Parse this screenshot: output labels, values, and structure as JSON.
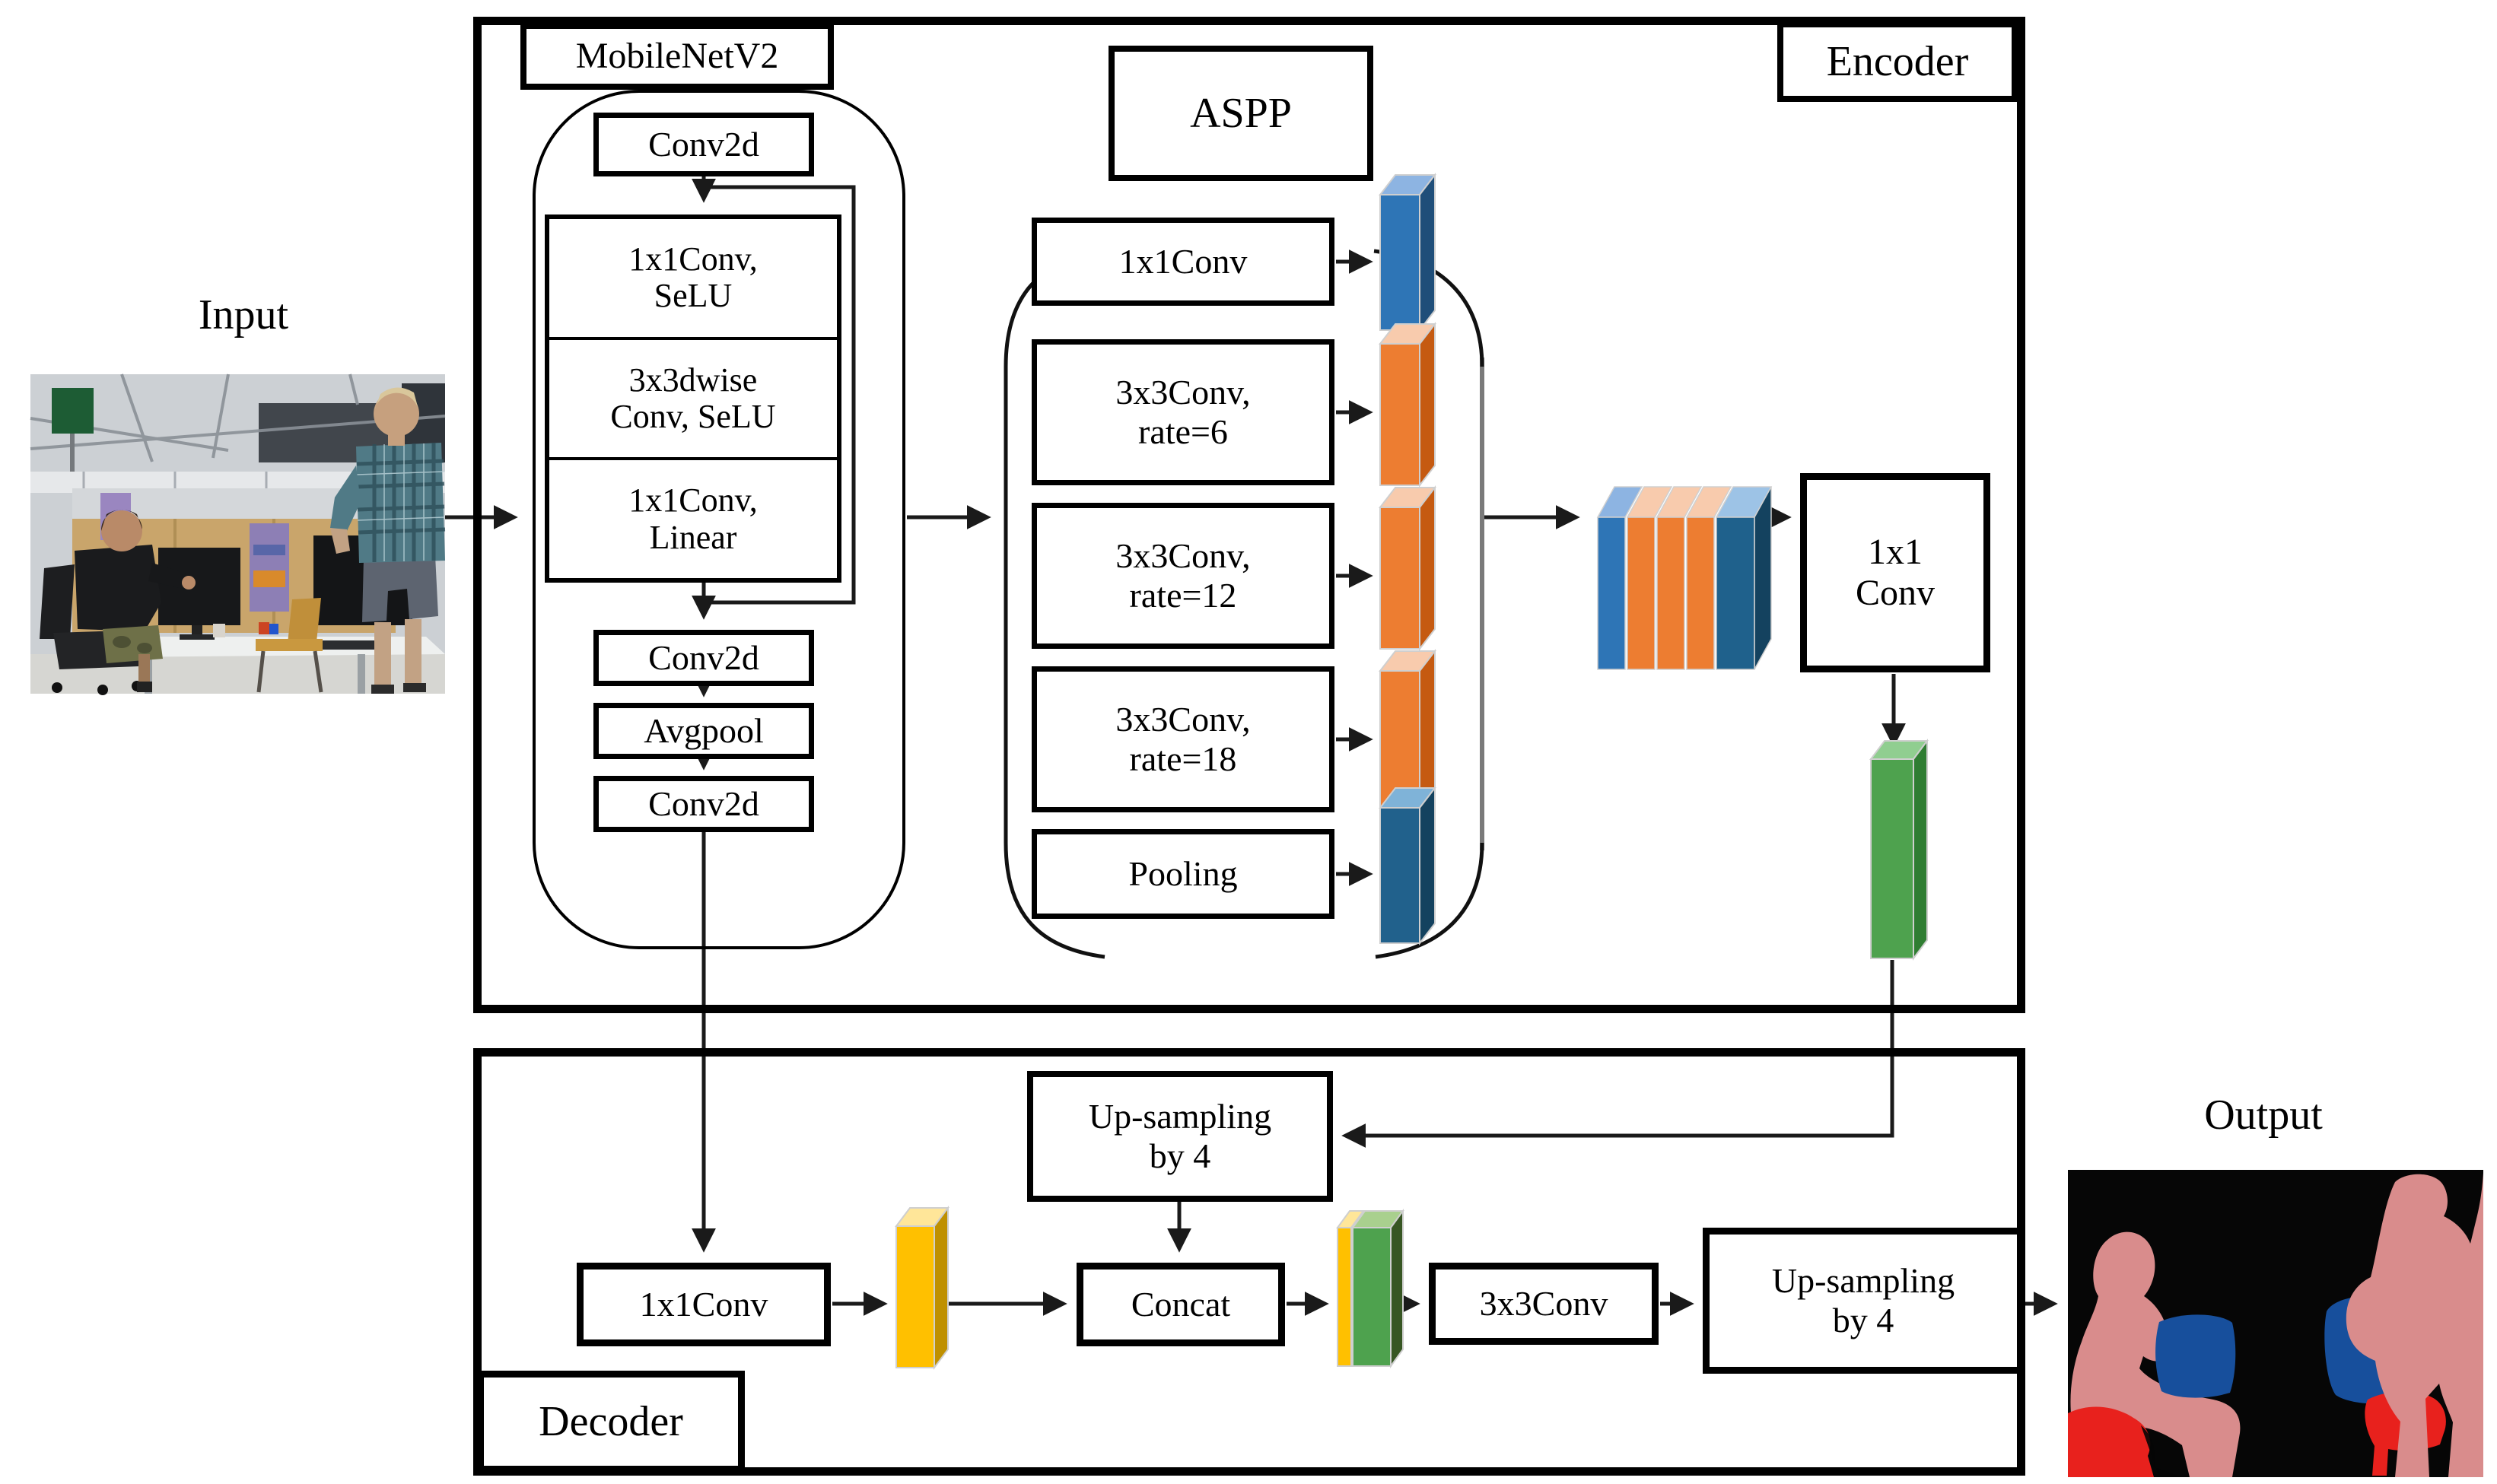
{
  "figure": {
    "input_label": "Input",
    "output_label": "Output",
    "encoder": {
      "label": "Encoder",
      "mobilenet": {
        "title": "MobileNetV2",
        "stem_conv": "Conv2d",
        "bottleneck_rows": [
          {
            "label": "1x1Conv,\nSeLU"
          },
          {
            "label": "3x3dwise\nConv, SeLU"
          },
          {
            "label": "1x1Conv,\nLinear"
          }
        ],
        "conv2": "Conv2d",
        "avgpool": "Avgpool",
        "conv3": "Conv2d"
      },
      "aspp": {
        "title": "ASPP",
        "branches": [
          {
            "label": "1x1Conv",
            "feature_color": "#2E75B6"
          },
          {
            "label": "3x3Conv,\nrate=6",
            "feature_color": "#ED7D31"
          },
          {
            "label": "3x3Conv,\nrate=12",
            "feature_color": "#ED7D31"
          },
          {
            "label": "3x3Conv,\nrate=18",
            "feature_color": "#ED7D31"
          },
          {
            "label": "Pooling",
            "feature_color": "#21618C"
          }
        ]
      },
      "projection_conv": "1x1\nConv"
    },
    "decoder": {
      "label": "Decoder",
      "low_level_conv": "1x1Conv",
      "upsample_top": "Up-sampling\nby 4",
      "concat": "Concat",
      "refine_conv": "3x3Conv",
      "upsample_final": "Up-sampling\nby 4"
    },
    "feature_colors": {
      "aspp_blue": "#2E75B6",
      "aspp_orange": "#ED7D31",
      "aspp_pool_blue": "#21618C",
      "encoder_output_green": "#4EA24E",
      "decoder_lowlevel_yellow": "#FFC000",
      "segmentation_person_pink": "#D98C8C",
      "segmentation_monitor_blue": "#174F9C",
      "segmentation_chair_red": "#E8211D"
    }
  }
}
